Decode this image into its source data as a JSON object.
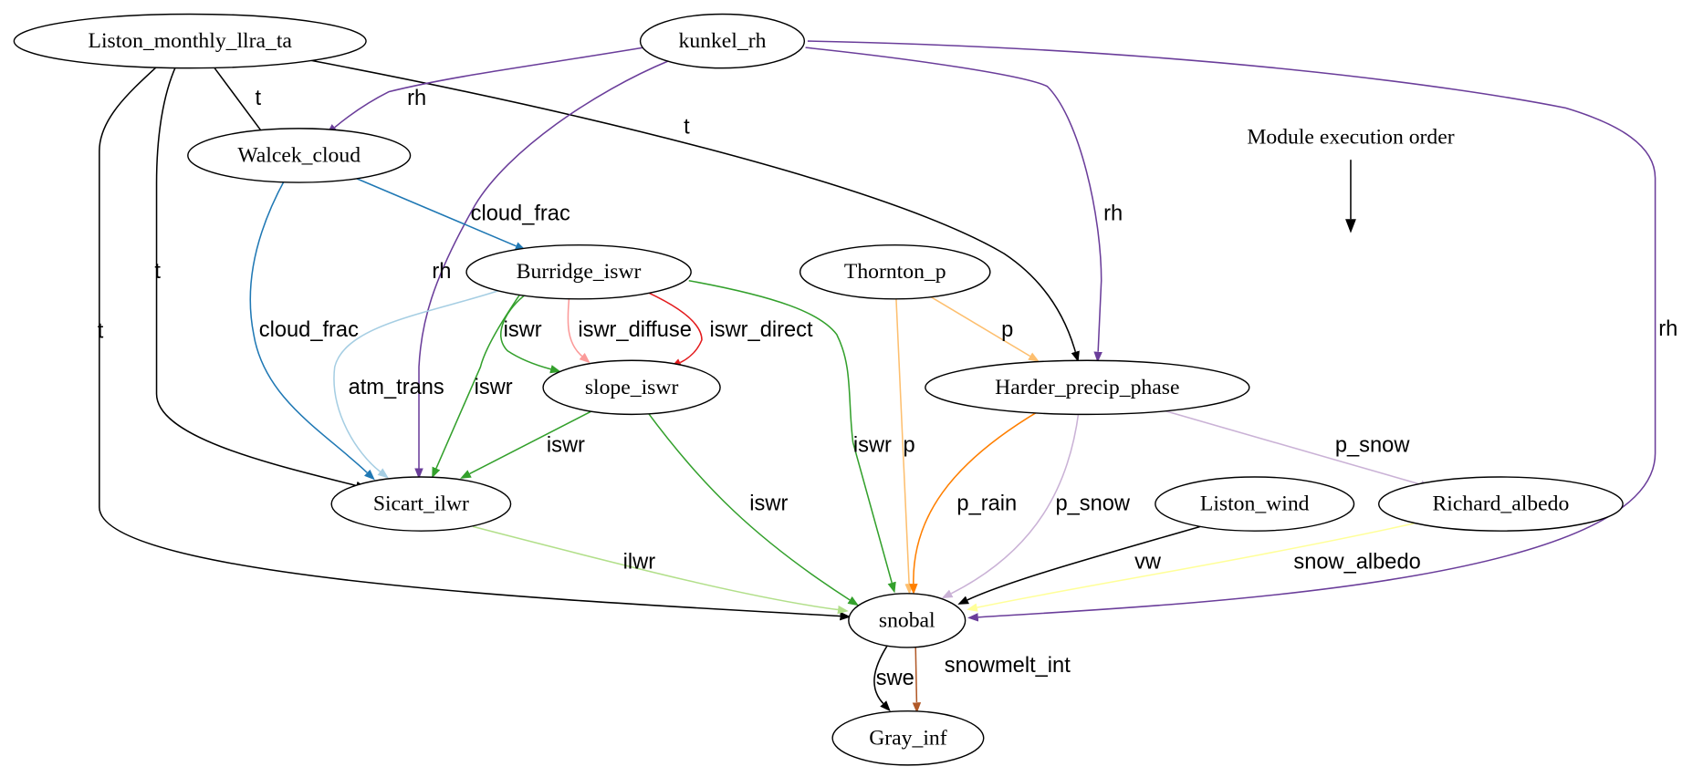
{
  "legend": {
    "label": "Module execution order"
  },
  "nodes": [
    {
      "id": "liston_ta",
      "label": "Liston_monthly_llra_ta"
    },
    {
      "id": "kunkel",
      "label": "kunkel_rh"
    },
    {
      "id": "walcek",
      "label": "Walcek_cloud"
    },
    {
      "id": "burridge",
      "label": "Burridge_iswr"
    },
    {
      "id": "thornton",
      "label": "Thornton_p"
    },
    {
      "id": "slope",
      "label": "slope_iswr"
    },
    {
      "id": "harder",
      "label": "Harder_precip_phase"
    },
    {
      "id": "sicart",
      "label": "Sicart_ilwr"
    },
    {
      "id": "liston_wind",
      "label": "Liston_wind"
    },
    {
      "id": "richard",
      "label": "Richard_albedo"
    },
    {
      "id": "snobal",
      "label": "snobal"
    },
    {
      "id": "gray",
      "label": "Gray_inf"
    }
  ],
  "edges": [
    {
      "from": "Liston_monthly_llra_ta",
      "to": "Walcek_cloud",
      "label": "t",
      "color": "#000000"
    },
    {
      "from": "Liston_monthly_llra_ta",
      "to": "Harder_precip_phase",
      "label": "t",
      "color": "#000000"
    },
    {
      "from": "Liston_monthly_llra_ta",
      "to": "Sicart_ilwr",
      "label": "t",
      "color": "#000000"
    },
    {
      "from": "Liston_monthly_llra_ta",
      "to": "snobal",
      "label": "t",
      "color": "#000000"
    },
    {
      "from": "kunkel_rh",
      "to": "Walcek_cloud",
      "label": "rh",
      "color": "#6a3d9a"
    },
    {
      "from": "kunkel_rh",
      "to": "Sicart_ilwr",
      "label": "rh",
      "color": "#6a3d9a"
    },
    {
      "from": "kunkel_rh",
      "to": "Harder_precip_phase",
      "label": "rh",
      "color": "#6a3d9a"
    },
    {
      "from": "kunkel_rh",
      "to": "snobal",
      "label": "rh",
      "color": "#6a3d9a"
    },
    {
      "from": "Walcek_cloud",
      "to": "Burridge_iswr",
      "label": "cloud_frac",
      "color": "#1f78b4"
    },
    {
      "from": "Walcek_cloud",
      "to": "Sicart_ilwr",
      "label": "cloud_frac",
      "color": "#1f78b4"
    },
    {
      "from": "Burridge_iswr",
      "to": "Sicart_ilwr",
      "label": "atm_trans",
      "color": "#a6cee3"
    },
    {
      "from": "Burridge_iswr",
      "to": "Sicart_ilwr",
      "label": "iswr",
      "color": "#33a02c"
    },
    {
      "from": "Burridge_iswr",
      "to": "slope_iswr",
      "label": "iswr",
      "color": "#33a02c"
    },
    {
      "from": "Burridge_iswr",
      "to": "slope_iswr",
      "label": "iswr_diffuse",
      "color": "#fb9a99"
    },
    {
      "from": "Burridge_iswr",
      "to": "slope_iswr",
      "label": "iswr_direct",
      "color": "#e31a1c"
    },
    {
      "from": "Burridge_iswr",
      "to": "snobal",
      "label": "iswr",
      "color": "#33a02c"
    },
    {
      "from": "Thornton_p",
      "to": "Harder_precip_phase",
      "label": "p",
      "color": "#fdbf6f"
    },
    {
      "from": "Thornton_p",
      "to": "snobal",
      "label": "p",
      "color": "#fdbf6f"
    },
    {
      "from": "slope_iswr",
      "to": "Sicart_ilwr",
      "label": "iswr",
      "color": "#33a02c"
    },
    {
      "from": "slope_iswr",
      "to": "snobal",
      "label": "iswr",
      "color": "#33a02c"
    },
    {
      "from": "Harder_precip_phase",
      "to": "snobal",
      "label": "p_rain",
      "color": "#ff7f00"
    },
    {
      "from": "Harder_precip_phase",
      "to": "snobal",
      "label": "p_snow",
      "color": "#cab2d6"
    },
    {
      "from": "Harder_precip_phase",
      "to": "Richard_albedo",
      "label": "p_snow",
      "color": "#cab2d6"
    },
    {
      "from": "Sicart_ilwr",
      "to": "snobal",
      "label": "ilwr",
      "color": "#b2df8a"
    },
    {
      "from": "Liston_wind",
      "to": "snobal",
      "label": "vw",
      "color": "#000000"
    },
    {
      "from": "Richard_albedo",
      "to": "snobal",
      "label": "snow_albedo",
      "color": "#ffff99"
    },
    {
      "from": "snobal",
      "to": "Gray_inf",
      "label": "swe",
      "color": "#000000"
    },
    {
      "from": "snobal",
      "to": "Gray_inf",
      "label": "snowmelt_int",
      "color": "#b15928"
    }
  ]
}
